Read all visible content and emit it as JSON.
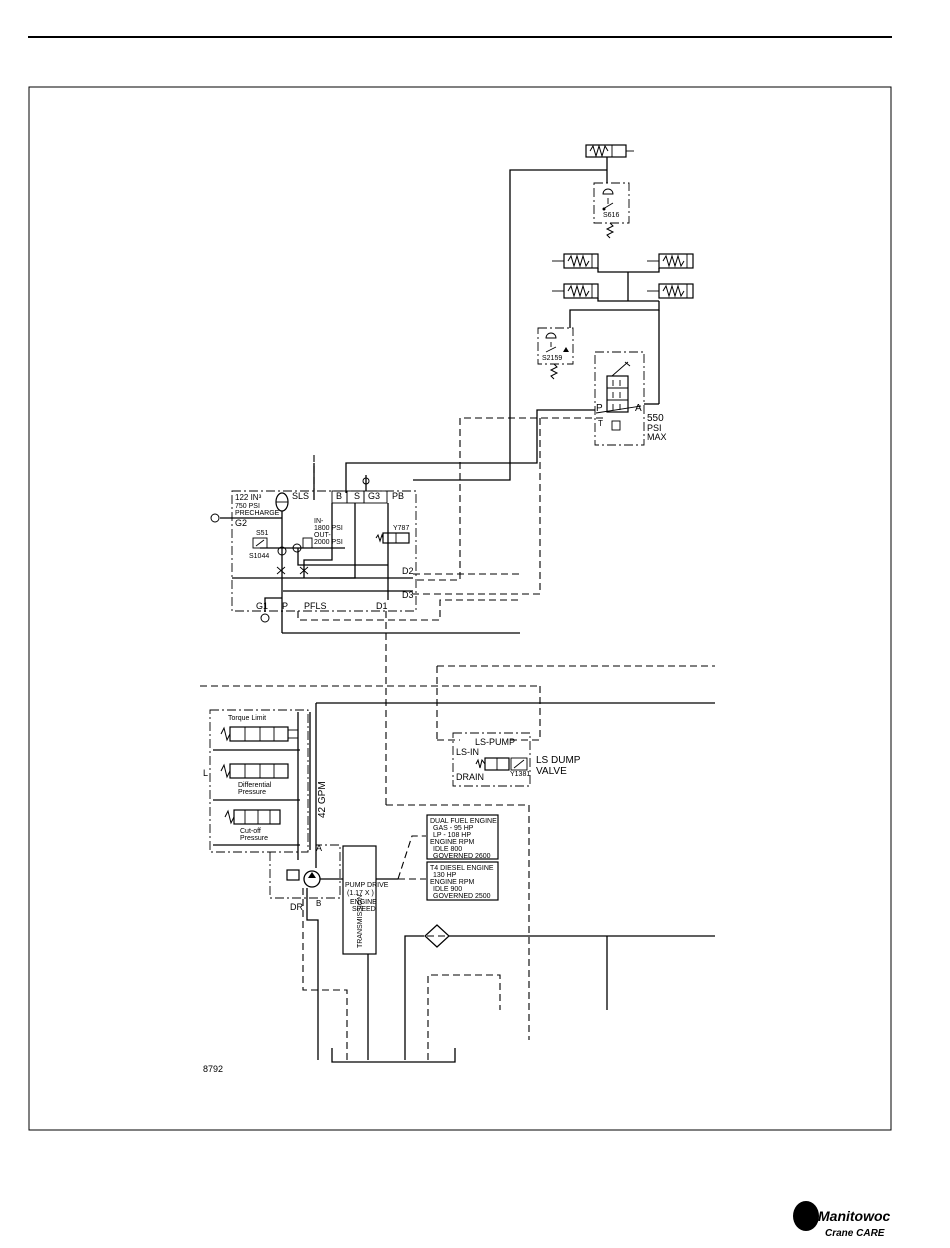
{
  "drawing_number": "8792",
  "brand": {
    "name": "Manitowoc",
    "tagline": "Crane CARE"
  },
  "labels": {
    "s616": "S616",
    "s2159": "S2159",
    "valve_p": "P",
    "valve_a": "A",
    "valve_t": "T",
    "valve_pressure_1": "550",
    "valve_pressure_2": "PSI",
    "valve_pressure_3": "MAX",
    "accumulator_1": "122 IN³",
    "accumulator_2": "750 PSI",
    "accumulator_3": "PRECHARGE",
    "sls": "SLS",
    "port_b": "B",
    "port_s": "S",
    "port_g3": "G3",
    "port_pb": "PB",
    "port_g2": "G2",
    "s51": "S51",
    "s1044": "S1044",
    "relief_1": "IN-",
    "relief_2": "1800 PSI",
    "relief_3": "OUT-",
    "relief_4": "2000 PSI",
    "y787": "Y787",
    "port_d2": "D2",
    "port_d3": "D3",
    "port_g1": "G1",
    "port_p": "P",
    "pfls": "PFLS",
    "port_d1": "D1",
    "torque_limit": "Torque Limit",
    "differential_1": "Differential",
    "differential_2": "Pressure",
    "cutoff_1": "Cut-off",
    "cutoff_2": "Pressure",
    "port_l": "L",
    "flow": "42 GPM",
    "port_a": "A",
    "port_dr": "DR",
    "port_b2": "B",
    "ls_pump": "LS-PUMP",
    "ls_in": "LS-IN",
    "drain": "DRAIN",
    "y1381": "Y1381",
    "ls_dump_1": "LS DUMP",
    "ls_dump_2": "VALVE",
    "pump_drive_1": "PUMP DRIVE",
    "pump_drive_2": "(1.17 X )",
    "engine_speed_1": "ENGINE",
    "engine_speed_2": "SPEED",
    "transmission": "TRANSMISSION",
    "dual_fuel": [
      "DUAL FUEL ENGINE",
      "GAS - 95 HP",
      "LP - 108 HP",
      "ENGINE RPM",
      "IDLE        800",
      "GOVERNED 2600"
    ],
    "t4_diesel": [
      "T4 DIESEL ENGINE",
      "130 HP",
      "ENGINE RPM",
      "IDLE        900",
      "GOVERNED 2500"
    ]
  }
}
